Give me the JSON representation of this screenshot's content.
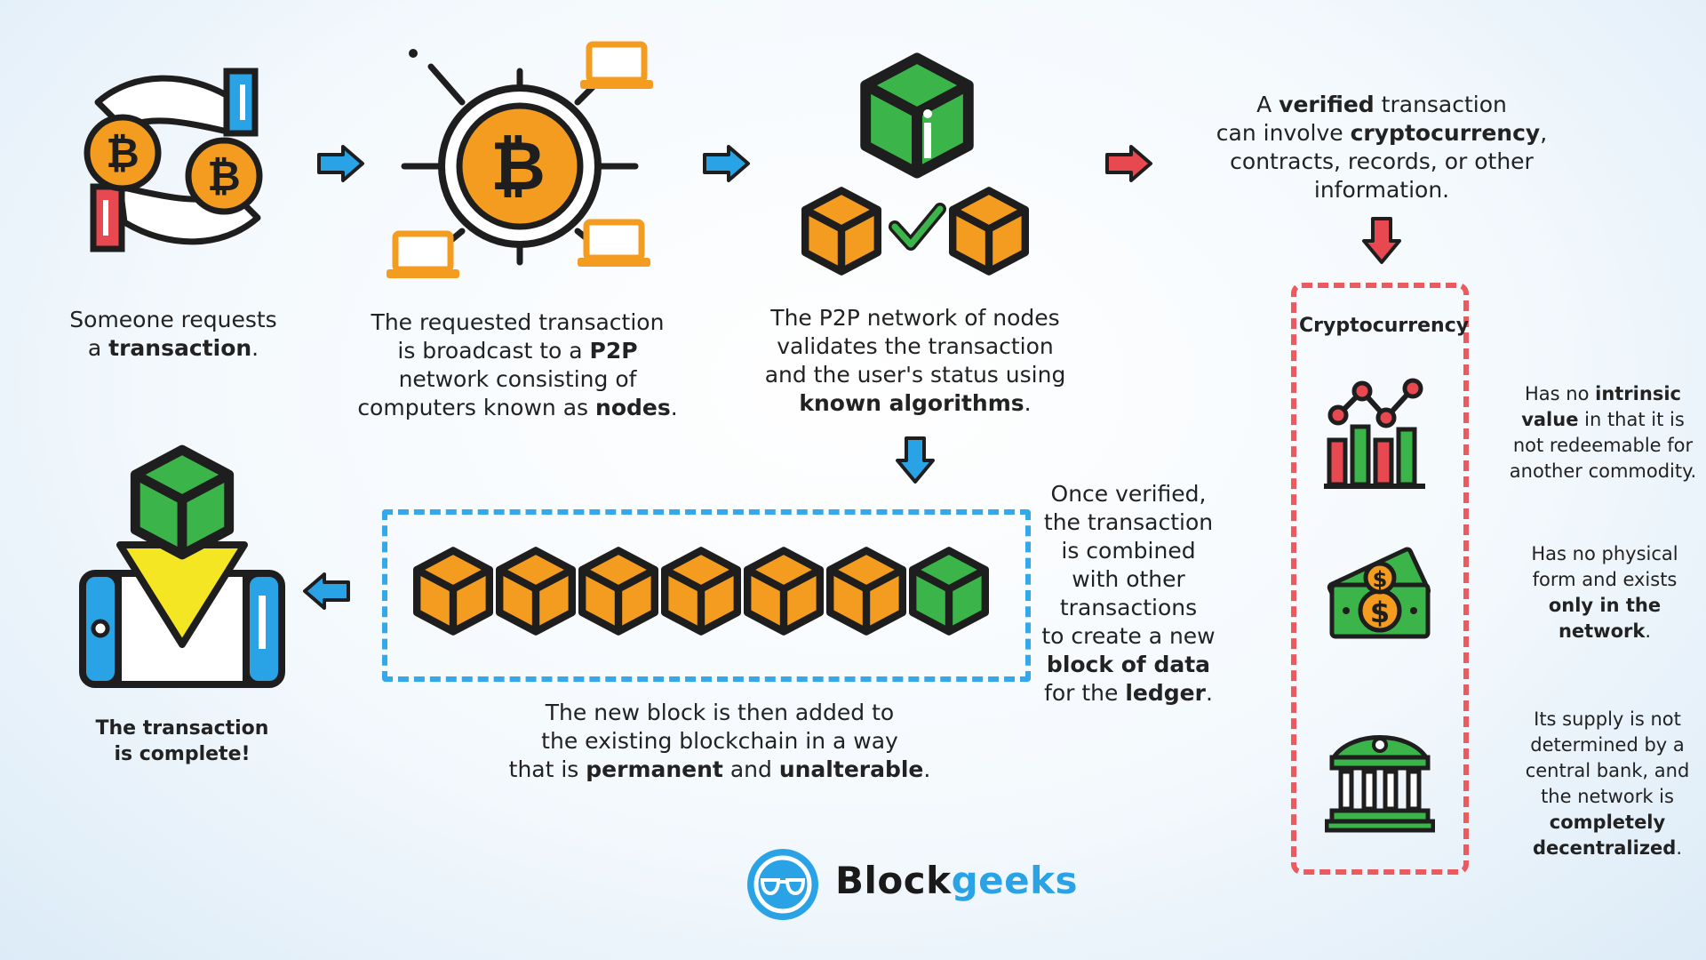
{
  "step1": {
    "line1": "Someone requests",
    "line2_pre": "a ",
    "line2_bold": "transaction",
    "line2_post": "."
  },
  "step2": {
    "line1": "The requested transaction",
    "line2_pre": "is broadcast to a ",
    "line2_bold": "P2P",
    "line3": "network consisting of",
    "line4_pre": "computers known as ",
    "line4_bold": "nodes",
    "line4_post": "."
  },
  "step3": {
    "line1": "The P2P network of nodes",
    "line2": "validates the transaction",
    "line3": "and the user's status using",
    "line4_bold": "known algorithms",
    "line4_post": "."
  },
  "step4": {
    "line1_pre": "A ",
    "line1_bold": "verified",
    "line1_post": " transaction",
    "line2_pre": "can involve ",
    "line2_bold": "cryptocurrency",
    "line2_post": ",",
    "line3": "contracts, records, or other",
    "line4": "information."
  },
  "step5": {
    "line1": "Once verified,",
    "line2": "the transaction",
    "line3": "is combined",
    "line4": "with other",
    "line5": "transactions",
    "line6": "to create a new",
    "line7_bold": "block of data",
    "line8_pre": "for the ",
    "line8_bold": "ledger",
    "line8_post": "."
  },
  "step6": {
    "line1": "The new block is then added to",
    "line2": "the existing blockchain in a way",
    "line3_pre": "that is ",
    "line3_bold1": "permanent",
    "line3_mid": " and ",
    "line3_bold2": "unalterable",
    "line3_post": "."
  },
  "step7": {
    "line1": "The transaction",
    "line2": "is complete!"
  },
  "crypto": {
    "title": "Cryptocurrency",
    "feature1": {
      "line1_pre": "Has no ",
      "line1_bold": "intrinsic",
      "line2_bold": "value",
      "line2_post": " in that it is",
      "line3": "not redeemable for",
      "line4": "another commodity."
    },
    "feature2": {
      "line1": "Has no physical",
      "line2": "form and exists",
      "line3_bold": "only in the",
      "line4_bold": "network",
      "line4_post": "."
    },
    "feature3": {
      "line1": "Its supply is not",
      "line2": "determined by a",
      "line3": "central bank, and",
      "line4": "the network is",
      "line5_bold": "completely",
      "line6_bold": "decentralized",
      "line6_post": "."
    }
  },
  "brand": {
    "part1": "Block",
    "part2": "geeks"
  },
  "colors": {
    "orange": "#f39c1f",
    "green": "#3bb54a",
    "blue": "#2aa3e6",
    "red": "#e8484f",
    "outline": "#1e1e1e",
    "brand_dark": "#1a1a1a",
    "brand_blue": "#2aa3e6"
  },
  "icons": {
    "step1": "hands-exchange-bitcoin-icon",
    "step2": "bitcoin-network-nodes-icon",
    "step3": "block-validation-check-icon",
    "step7": "phone-block-complete-icon",
    "feature1": "chart-icon",
    "feature2": "money-icon",
    "feature3": "bank-icon",
    "brand": "glasses-logo-icon"
  }
}
